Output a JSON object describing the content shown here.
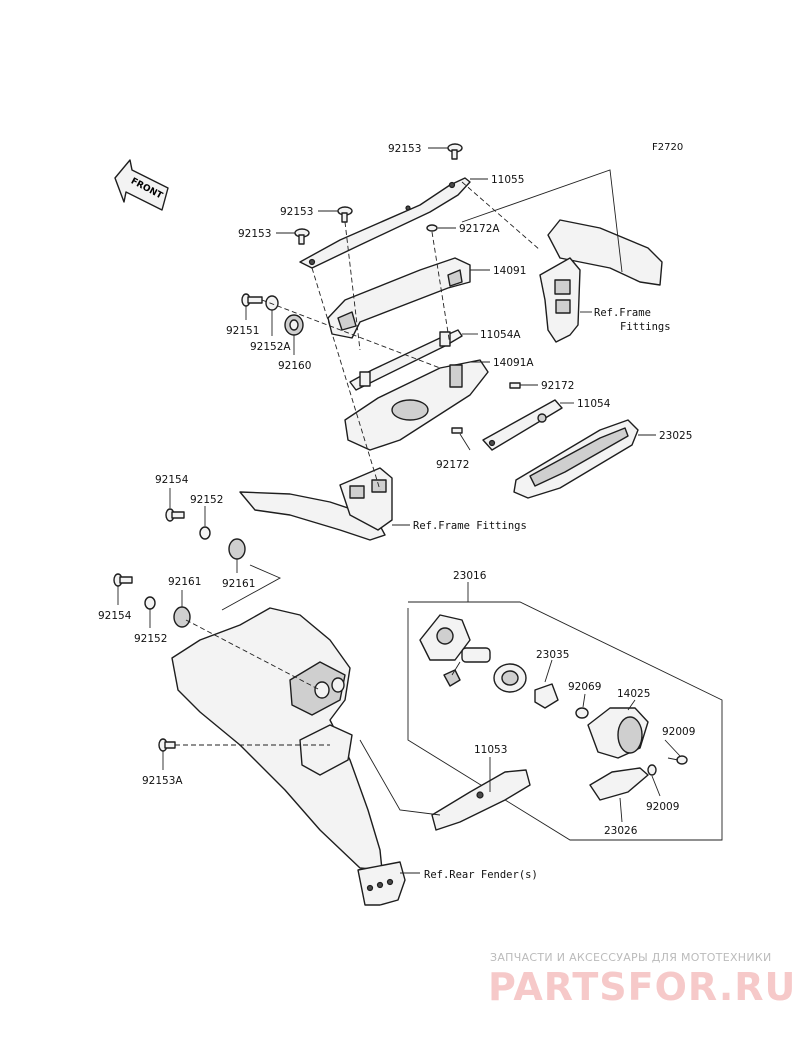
{
  "figure_code": "F2720",
  "front_label": "FRONT",
  "parts": [
    {
      "id": "p92153a",
      "number": "92153"
    },
    {
      "id": "p11055",
      "number": "11055"
    },
    {
      "id": "p92153b",
      "number": "92153"
    },
    {
      "id": "p92153c",
      "number": "92153"
    },
    {
      "id": "p92172A",
      "number": "92172A"
    },
    {
      "id": "p14091",
      "number": "14091"
    },
    {
      "id": "p92151",
      "number": "92151"
    },
    {
      "id": "p92152A",
      "number": "92152A"
    },
    {
      "id": "p92160",
      "number": "92160"
    },
    {
      "id": "p11054A",
      "number": "11054A"
    },
    {
      "id": "p14091A",
      "number": "14091A"
    },
    {
      "id": "p92172a",
      "number": "92172"
    },
    {
      "id": "p11054",
      "number": "11054"
    },
    {
      "id": "p23025",
      "number": "23025"
    },
    {
      "id": "p92172b",
      "number": "92172"
    },
    {
      "id": "p92154a",
      "number": "92154"
    },
    {
      "id": "p92152a",
      "number": "92152"
    },
    {
      "id": "p92161a",
      "number": "92161"
    },
    {
      "id": "p92154b",
      "number": "92154"
    },
    {
      "id": "p92161b",
      "number": "92161"
    },
    {
      "id": "p92152b",
      "number": "92152"
    },
    {
      "id": "p23016",
      "number": "23016"
    },
    {
      "id": "p23035",
      "number": "23035"
    },
    {
      "id": "p92069",
      "number": "92069"
    },
    {
      "id": "p14025",
      "number": "14025"
    },
    {
      "id": "p92009a",
      "number": "92009"
    },
    {
      "id": "p92009b",
      "number": "92009"
    },
    {
      "id": "p23026",
      "number": "23026"
    },
    {
      "id": "p11053",
      "number": "11053"
    },
    {
      "id": "p92153A",
      "number": "92153A"
    }
  ],
  "references": [
    {
      "id": "ref-frame-1",
      "text": "Ref.Frame\nFittings"
    },
    {
      "id": "ref-frame-2",
      "text": "Ref.Frame Fittings"
    },
    {
      "id": "ref-rear-fender",
      "text": "Ref.Rear Fender(s)"
    }
  ],
  "watermark": {
    "text": "ЗАПЧАСТИ И АКСЕССУАРЫ ДЛЯ МОТОТЕХНИКИ",
    "logo": "PARTSFOR.RU",
    "logo_color": "#f6c9c9"
  }
}
